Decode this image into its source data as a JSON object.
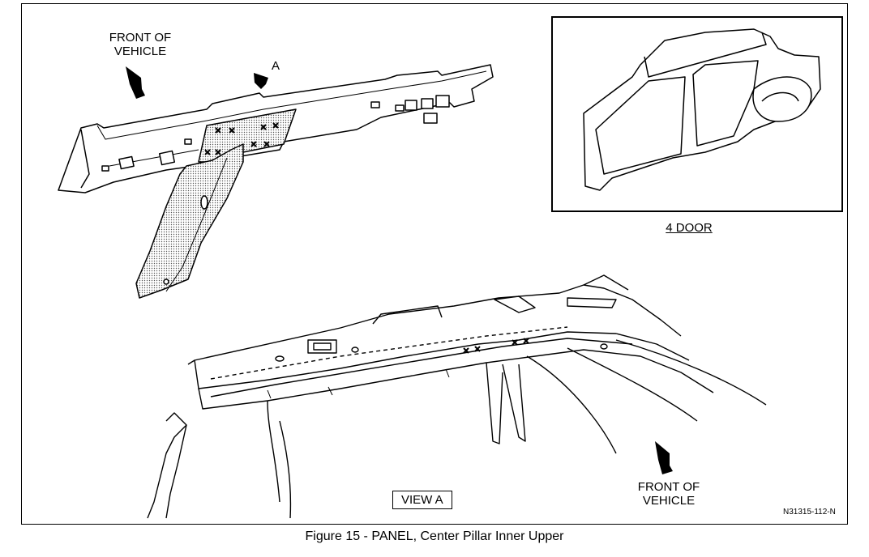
{
  "labels": {
    "front_top": "FRONT OF\nVEHICLE",
    "view_marker": "A",
    "door_label": "4 DOOR",
    "view_a": "VIEW A",
    "front_bottom": "FRONT OF\nVEHICLE",
    "ref_code": "N31315-112-N"
  },
  "caption": "Figure 15 - PANEL, Center Pillar Inner Upper",
  "colors": {
    "ink": "#000000",
    "paper": "#ffffff",
    "shade": "#c8c8c8"
  }
}
